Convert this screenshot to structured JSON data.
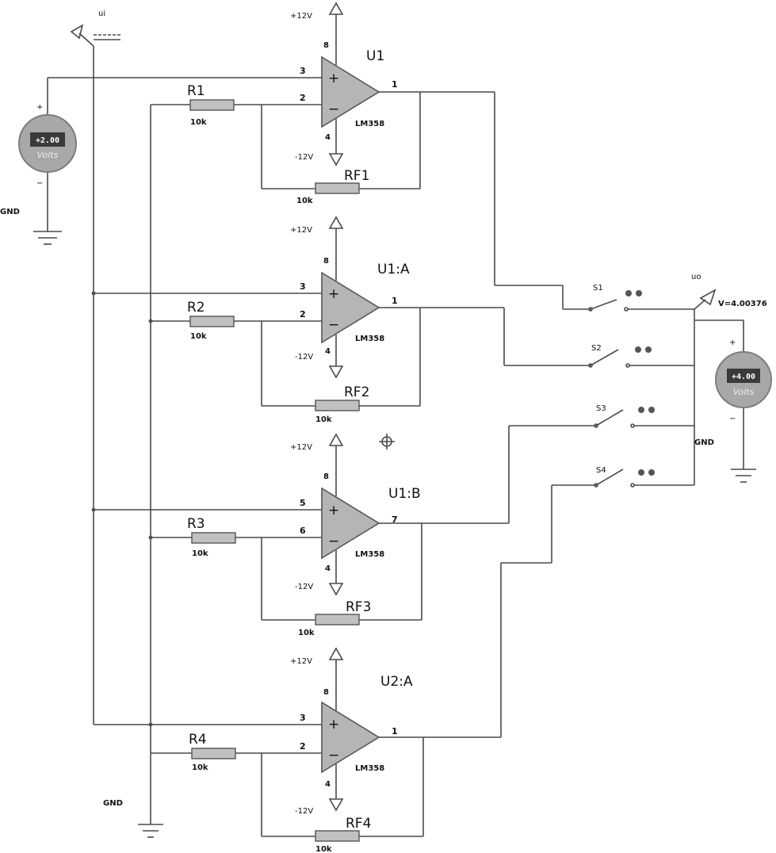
{
  "input_probe": {
    "label": "ui"
  },
  "output_probe": {
    "label": "uo",
    "value": "V=4.00376"
  },
  "input_meter": {
    "reading": "+2.00",
    "unit": "Volts",
    "plus": "+",
    "minus": "−"
  },
  "output_meter": {
    "reading": "+4.00",
    "unit": "Volts",
    "plus": "+",
    "minus": "−"
  },
  "ground": {
    "label": "GND"
  },
  "supply": {
    "pos": "+12V",
    "neg": "-12V",
    "pos_pin": "8",
    "neg_pin": "4"
  },
  "opamps": [
    {
      "name": "U1",
      "part": "LM358",
      "pin_plus": "3",
      "pin_minus": "2",
      "pin_out": "1"
    },
    {
      "name": "U1:A",
      "part": "LM358",
      "pin_plus": "3",
      "pin_minus": "2",
      "pin_out": "1"
    },
    {
      "name": "U1:B",
      "part": "LM358",
      "pin_plus": "5",
      "pin_minus": "6",
      "pin_out": "7"
    },
    {
      "name": "U2:A",
      "part": "LM358",
      "pin_plus": "3",
      "pin_minus": "2",
      "pin_out": "1"
    }
  ],
  "resistors": [
    {
      "name": "R1",
      "value": "10k"
    },
    {
      "name": "R2",
      "value": "10k"
    },
    {
      "name": "R3",
      "value": "10k"
    },
    {
      "name": "R4",
      "value": "10k"
    }
  ],
  "feedback_resistors": [
    {
      "name": "RF1",
      "value": "10k"
    },
    {
      "name": "RF2",
      "value": "10k"
    },
    {
      "name": "RF3",
      "value": "10k"
    },
    {
      "name": "RF4",
      "value": "10k"
    }
  ],
  "switches": [
    {
      "name": "S1"
    },
    {
      "name": "S2"
    },
    {
      "name": "S3"
    },
    {
      "name": "S4"
    }
  ]
}
